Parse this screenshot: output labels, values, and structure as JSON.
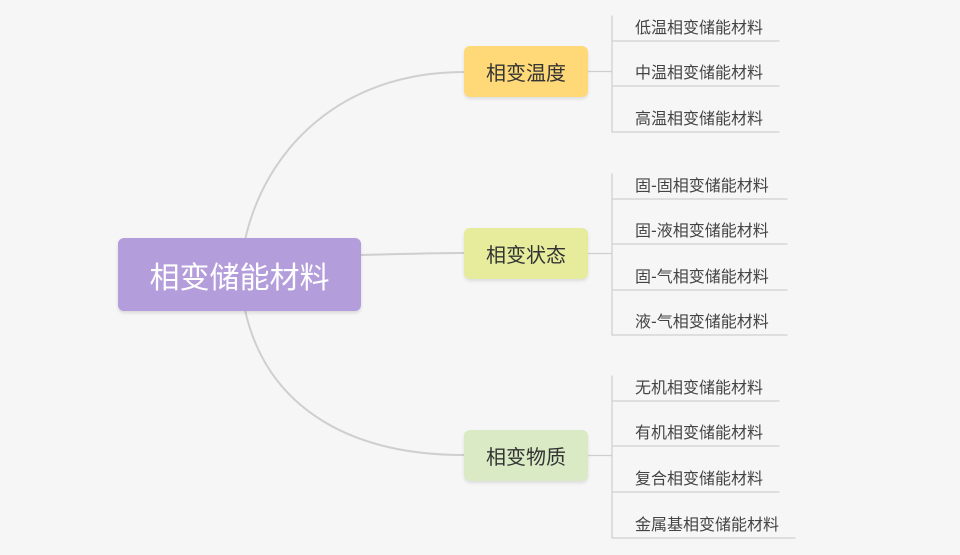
{
  "root": {
    "label": "相变储能材料",
    "color": "#b39ddb"
  },
  "branches": [
    {
      "label": "相变温度",
      "color": "#ffd978",
      "leaves": [
        "低温相变储能材料",
        "中温相变储能材料",
        "高温相变储能材料"
      ]
    },
    {
      "label": "相变状态",
      "color": "#e6ec9c",
      "leaves": [
        "固-固相变储能材料",
        "固-液相变储能材料",
        "固-气相变储能材料",
        "液-气相变储能材料"
      ]
    },
    {
      "label": "相变物质",
      "color": "#d9eac5",
      "leaves": [
        "无机相变储能材料",
        "有机相变储能材料",
        "复合相变储能材料",
        "金属基相变储能材料"
      ]
    }
  ],
  "colors": {
    "connector": "#cfcfcf",
    "background": "#f6f6f6"
  }
}
